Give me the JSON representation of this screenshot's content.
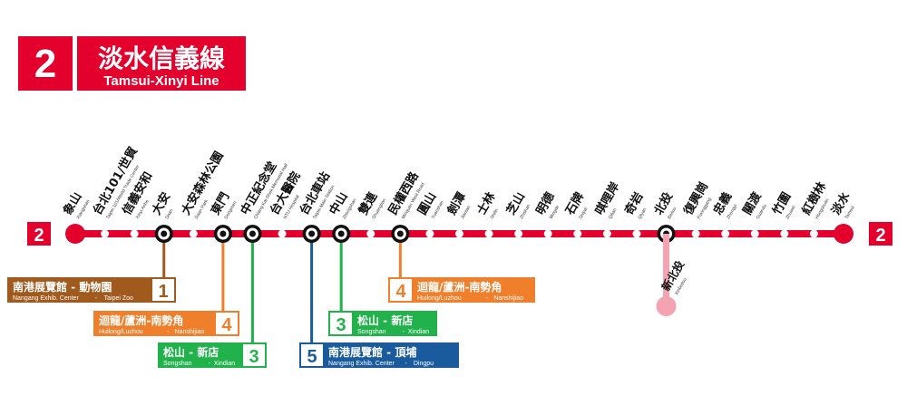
{
  "header": {
    "line_number": "2",
    "title_zh": "淡水信義線",
    "title_en": "Tamsui-Xinyi Line"
  },
  "colors": {
    "line": "#e3002c",
    "brown": "#a05a1e",
    "orange": "#f07f2c",
    "green": "#22b24c",
    "blue": "#1a5b9e",
    "pink": "#f4a3b2"
  },
  "terminal_badges": {
    "west": "2",
    "east": "2"
  },
  "stations": [
    {
      "zh": "象山",
      "en": "Xiangshan",
      "type": "terminal"
    },
    {
      "zh": "台北101/世貿",
      "en": "Taipei 101/World Trade Center",
      "type": "normal"
    },
    {
      "zh": "信義安和",
      "en": "Xinyi Anhe",
      "type": "normal"
    },
    {
      "zh": "大安",
      "en": "Daan",
      "type": "transfer"
    },
    {
      "zh": "大安森林公園",
      "en": "Daan Park",
      "type": "normal"
    },
    {
      "zh": "東門",
      "en": "Dongmen",
      "type": "transfer"
    },
    {
      "zh": "中正紀念堂",
      "en": "Chiang Kai-Shek Memorial Hall",
      "type": "transfer"
    },
    {
      "zh": "台大醫院",
      "en": "NTU Hospital",
      "type": "normal"
    },
    {
      "zh": "台北車站",
      "en": "Taipei Main Station",
      "type": "transfer"
    },
    {
      "zh": "中山",
      "en": "Zhongshan",
      "type": "transfer"
    },
    {
      "zh": "雙連",
      "en": "Shuanglian",
      "type": "normal"
    },
    {
      "zh": "民權西路",
      "en": "Minquan West Road",
      "type": "transfer"
    },
    {
      "zh": "圓山",
      "en": "Yuanshan",
      "type": "normal"
    },
    {
      "zh": "劍潭",
      "en": "Jiantan",
      "type": "normal"
    },
    {
      "zh": "士林",
      "en": "Shilin",
      "type": "normal"
    },
    {
      "zh": "芝山",
      "en": "Zhishan",
      "type": "normal"
    },
    {
      "zh": "明德",
      "en": "Mingde",
      "type": "normal"
    },
    {
      "zh": "石牌",
      "en": "Shipai",
      "type": "normal"
    },
    {
      "zh": "唭哩岸",
      "en": "Qilian",
      "type": "normal"
    },
    {
      "zh": "奇岩",
      "en": "Qiyan",
      "type": "normal"
    },
    {
      "zh": "北投",
      "en": "Beitou",
      "type": "transfer"
    },
    {
      "zh": "復興崗",
      "en": "Fuxinggang",
      "type": "normal"
    },
    {
      "zh": "忠義",
      "en": "Zhongyi",
      "type": "normal"
    },
    {
      "zh": "關渡",
      "en": "Guandu",
      "type": "normal"
    },
    {
      "zh": "竹圍",
      "en": "Zhuwei",
      "type": "normal"
    },
    {
      "zh": "紅樹林",
      "en": "Hongshulin",
      "type": "normal"
    },
    {
      "zh": "淡水",
      "en": "Tamsui",
      "type": "terminal"
    }
  ],
  "branch": {
    "from": "北投",
    "station": {
      "zh": "新北投",
      "en": "Xinbeitou"
    }
  },
  "transfers": [
    {
      "at": "大安",
      "number": "1",
      "zh": "南港展覽館 - 動物園",
      "en_a": "Nangang Exhib. Center",
      "en_sep": "-",
      "en_b": "Taipei Zoo",
      "color": "brown"
    },
    {
      "at": "東門",
      "number": "4",
      "zh": "迴龍/蘆洲-南勢角",
      "en_a": "Huilong/Luzhou",
      "en_sep": "-",
      "en_b": "Nanshijiao",
      "color": "orange"
    },
    {
      "at": "中正紀念堂",
      "number": "3",
      "zh": "松山 - 新店",
      "en_a": "Songshan",
      "en_sep": "-",
      "en_b": "Xindian",
      "color": "green"
    },
    {
      "at": "台北車站",
      "number": "5",
      "zh": "南港展覽館 - 頂埔",
      "en_a": "Nangang Exhib. Center",
      "en_sep": "-",
      "en_b": "Dingpu",
      "color": "blue"
    },
    {
      "at": "中山",
      "number": "3",
      "zh": "松山 - 新店",
      "en_a": "Songshan",
      "en_sep": "-",
      "en_b": "Xindian",
      "color": "green"
    },
    {
      "at": "民權西路",
      "number": "4",
      "zh": "迴龍/蘆洲-南勢角",
      "en_a": "Huilong/Luzhou",
      "en_sep": "-",
      "en_b": "Nanshijiao",
      "color": "orange"
    }
  ]
}
